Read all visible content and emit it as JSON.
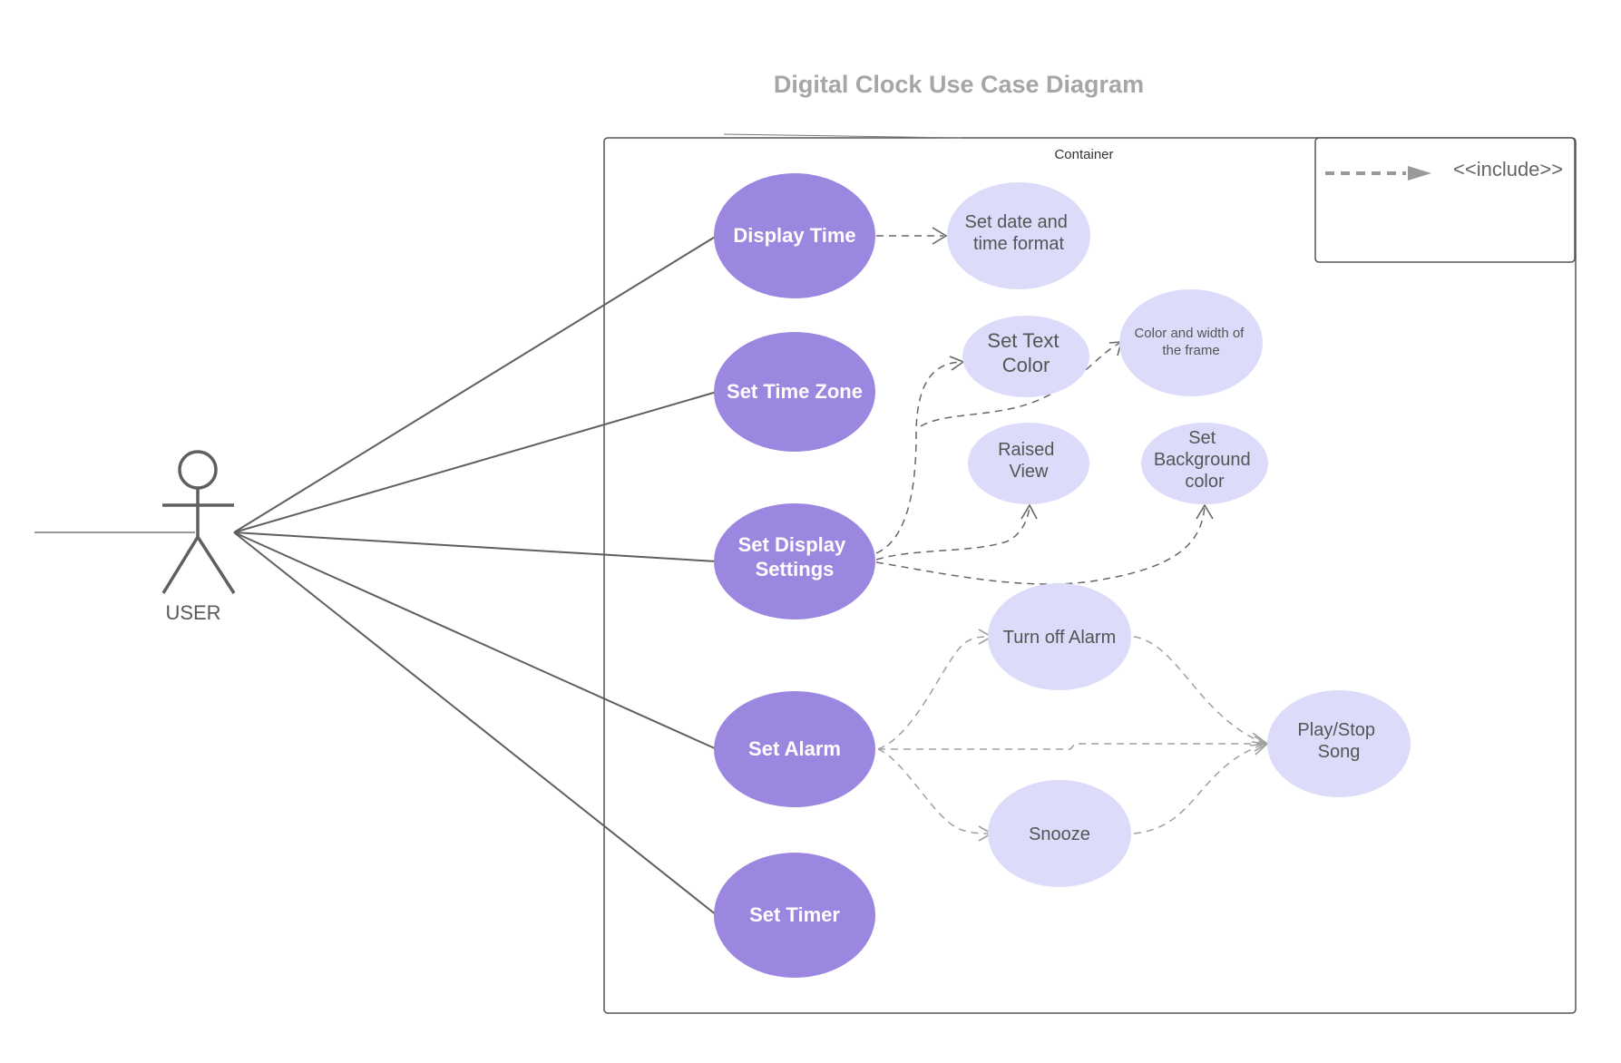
{
  "diagram": {
    "title": "Digital Clock Use Case Diagram",
    "container_label": "Container",
    "actor": {
      "label": "USER"
    },
    "legend": {
      "label": "<<include>>"
    },
    "primary_use_cases": {
      "display_time": [
        "Display Time"
      ],
      "set_time_zone": [
        "Set Time Zone"
      ],
      "set_display_settings": [
        "Set Display",
        "Settings"
      ],
      "set_alarm": [
        "Set Alarm"
      ],
      "set_timer": [
        "Set Timer"
      ]
    },
    "included_use_cases": {
      "set_date_time_format": [
        "Set date and",
        "time format"
      ],
      "set_text_color": [
        "Set Text",
        "Color"
      ],
      "color_width_frame": [
        "Color and width of",
        "the frame"
      ],
      "raised_view": [
        "Raised",
        "View"
      ],
      "set_background_color": [
        "Set",
        "Background",
        "color"
      ],
      "turn_off_alarm": [
        "Turn off Alarm"
      ],
      "snooze": [
        "Snooze"
      ],
      "play_stop_song": [
        "Play/Stop",
        "Song"
      ]
    },
    "colors": {
      "primary_fill": "#9b86e0",
      "secondary_fill": "#dcdcfa",
      "border": "#555555",
      "title": "#a6a6a6"
    }
  }
}
